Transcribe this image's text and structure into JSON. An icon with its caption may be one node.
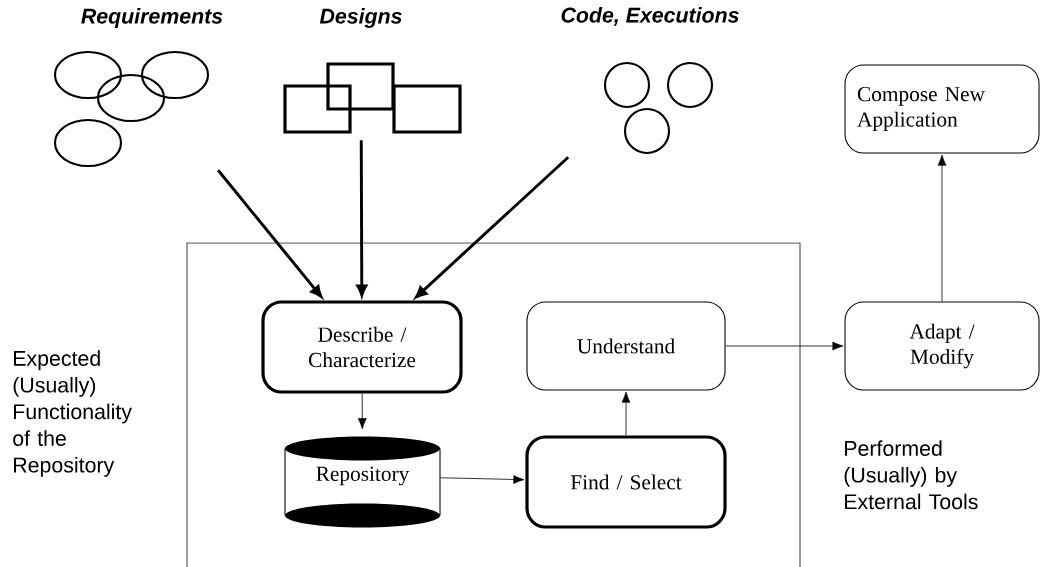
{
  "diagram": {
    "nodes": [
      {
        "text": [
          "Requirements"
        ]
      },
      {
        "text": [
          "Designs"
        ]
      },
      {
        "text": [
          "Code, Executions"
        ]
      },
      {
        "text": [],
        "shape": "box"
      },
      {
        "text": [
          "Describe / Characterize"
        ],
        "in": 3
      },
      {
        "text": [
          "Understand"
        ],
        "in": 3
      },
      {
        "text": [
          "Repository"
        ],
        "in": 3
      },
      {
        "text": [
          "Find / Select"
        ],
        "in": 3
      },
      {
        "text": [
          "Compose New Application"
        ]
      },
      {
        "text": [
          "Adapt / Modify"
        ]
      }
    ],
    "edges": [
      {
        "from": 0,
        "to": 4,
        "arrow": "to",
        "style": "thick"
      },
      {
        "from": 1,
        "to": 4,
        "arrow": "to",
        "style": "thick"
      },
      {
        "from": 2,
        "to": 4,
        "arrow": "to",
        "style": "thick"
      },
      {
        "from": 4,
        "to": 6,
        "arrow": "to"
      },
      {
        "from": 6,
        "to": 7,
        "arrow": "to"
      },
      {
        "from": 7,
        "to": 5,
        "arrow": "to"
      },
      {
        "from": 5,
        "to": 9,
        "arrow": "to"
      },
      {
        "from": 9,
        "to": 8,
        "arrow": "to"
      }
    ],
    "labels": [
      "Expected (Usually) Functionality of the Repository",
      "Performed (Usually) by External Tools"
    ]
  }
}
